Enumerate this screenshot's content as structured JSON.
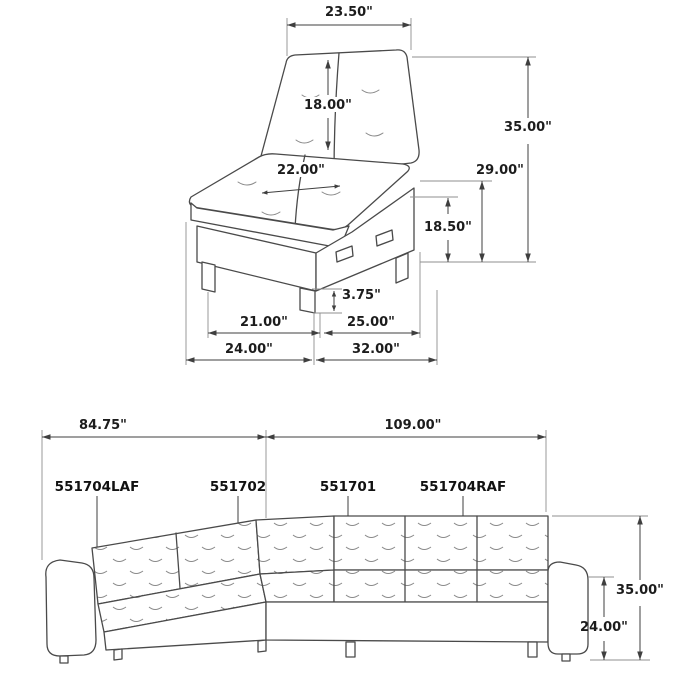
{
  "colors": {
    "background": "#ffffff",
    "drawing_line": "#4a4a4a",
    "dimension_line": "#3f3f3f",
    "text": "#1c1c1c"
  },
  "chair": {
    "dims": {
      "top_width": "23.50\"",
      "back_cushion_height": "18.00\"",
      "overall_height": "35.00\"",
      "back_height": "29.00\"",
      "seat_depth": "22.00\"",
      "seat_back_height": "18.50\"",
      "leg_height": "3.75\"",
      "seat_width": "21.00\"",
      "base_depth": "25.00\"",
      "overall_width": "24.00\"",
      "overall_depth": "32.00\""
    }
  },
  "sectional": {
    "dims": {
      "left_width": "84.75\"",
      "right_width": "109.00\"",
      "overall_height": "35.00\"",
      "arm_height": "24.00\""
    },
    "labels": {
      "laf": "551704LAF",
      "corner": "551702",
      "armless": "551701",
      "raf": "551704RAF"
    }
  }
}
